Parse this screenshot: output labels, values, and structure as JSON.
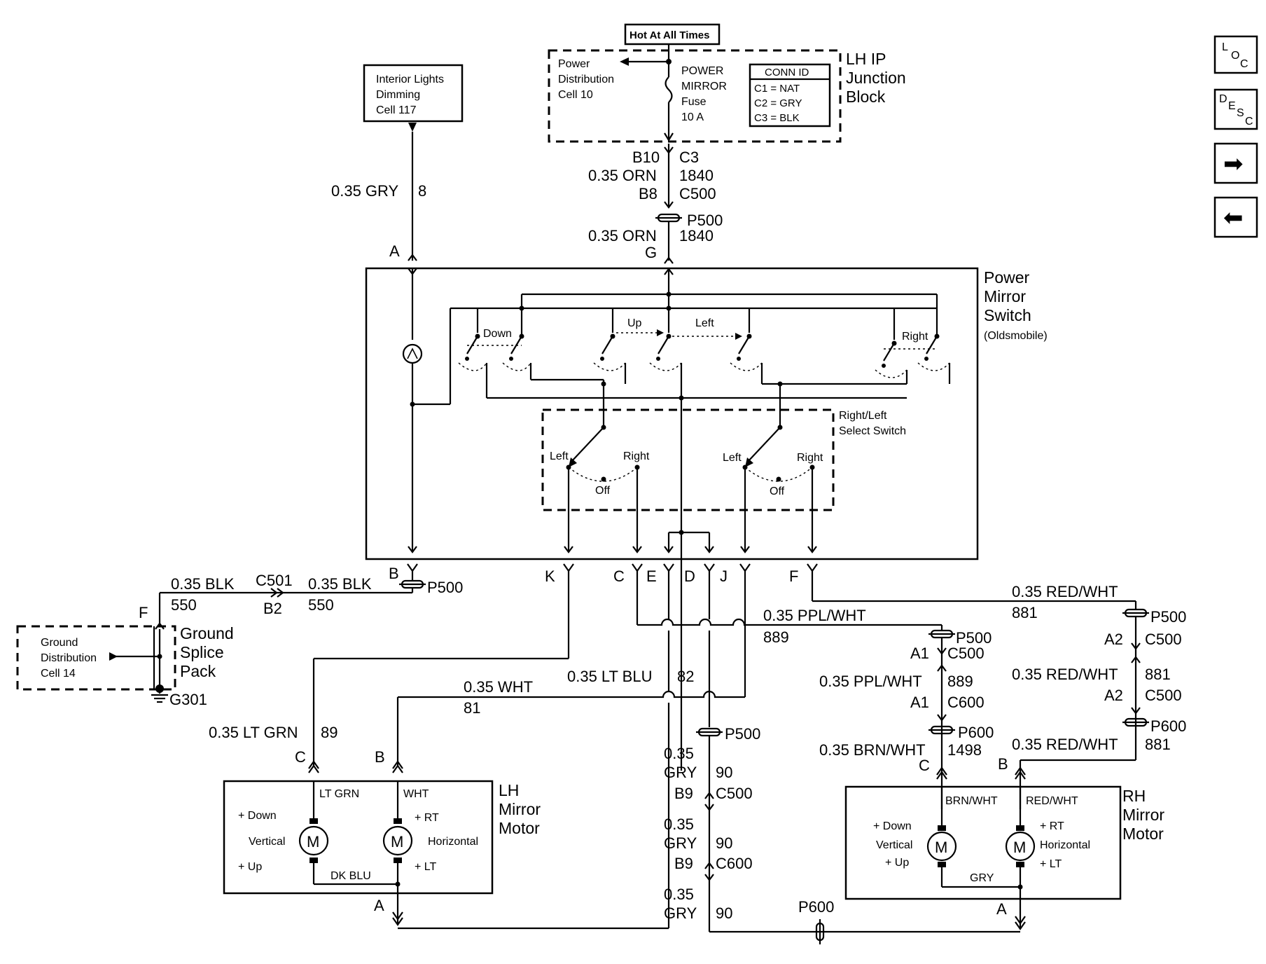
{
  "nav": {
    "loc": {
      "l1": "L",
      "l2": "O",
      "l3": "C"
    },
    "desc": {
      "l1": "D",
      "l2": "E",
      "l3": "S",
      "l4": "C"
    },
    "next_glyph": "➡",
    "prev_glyph": "⬅",
    "next_icon": "arrow-right-icon",
    "prev_icon": "arrow-left-icon"
  },
  "top": {
    "hot_label": "Hot At All Times",
    "junction_block": [
      "LH IP",
      "Junction",
      "Block"
    ],
    "power_dist": [
      "Power",
      "Distribution",
      "Cell 10"
    ],
    "fuse": [
      "POWER",
      "MIRROR",
      "Fuse",
      "10 A"
    ],
    "conn_id": {
      "title": "CONN ID",
      "rows": [
        "C1 = NAT",
        "C2 = GRY",
        "C3 = BLK"
      ]
    }
  },
  "interior": {
    "lines": [
      "Interior Lights",
      "Dimming",
      "Cell 117"
    ]
  },
  "wires_top": {
    "gry_size": "0.35 GRY",
    "gry_num": "8",
    "pin_a": "A",
    "b10": "B10",
    "c3": "C3",
    "orn1": "0.35 ORN",
    "n1840a": "1840",
    "b8": "B8",
    "c500": "C500",
    "p500": "P500",
    "orn2": "0.35 ORN",
    "n1840b": "1840",
    "pin_g": "G"
  },
  "switch": {
    "title": [
      "Power",
      "Mirror",
      "Switch"
    ],
    "sub": "(Oldsmobile)",
    "down": "Down",
    "up": "Up",
    "left": "Left",
    "right": "Right",
    "select": [
      "Right/Left",
      "Select Switch"
    ],
    "sel_left": "Left",
    "sel_right": "Right",
    "sel_off": "Off"
  },
  "pins": {
    "b": "B",
    "p500": "P500",
    "k": "K",
    "c": "C",
    "e": "E",
    "d": "D",
    "j": "J",
    "f": "F"
  },
  "ground": {
    "blk1": "0.35 BLK",
    "n550a": "550",
    "c501": "C501",
    "b2": "B2",
    "blk2": "0.35 BLK",
    "n550b": "550",
    "pin_f": "F",
    "dist": [
      "Ground",
      "Distribution",
      "Cell 14"
    ],
    "splice": [
      "Ground",
      "Splice",
      "Pack"
    ],
    "g301": "G301"
  },
  "mid_wires": {
    "ppl": "0.35 PPL/WHT",
    "n889": "889",
    "redwht": "0.35 RED/WHT",
    "n881": "881",
    "ltblu": "0.35 LT BLU",
    "n82": "82",
    "wht": "0.35 WHT",
    "n81": "81",
    "ltgrn": "0.35 LT GRN",
    "n89": "89"
  },
  "rh_chain": {
    "p500a": "P500",
    "a1a": "A1",
    "c500a": "C500",
    "ppl2": "0.35 PPL/WHT",
    "n889b": "889",
    "a1b": "A1",
    "c600": "C600",
    "p600a": "P600",
    "brn": "0.35 BRN/WHT",
    "n1498": "1498",
    "pin_c": "C",
    "p500b": "P500",
    "a2a": "A2",
    "c500b": "C500",
    "red2": "0.35 RED/WHT",
    "n881b": "881",
    "a2b": "A2",
    "c500c": "C500",
    "p600b": "P600",
    "red3": "0.35 RED/WHT",
    "n881c": "881",
    "pin_b": "B"
  },
  "gry_chain": {
    "p500": "P500",
    "s1": "0.35",
    "g1": "GRY",
    "n1": "90",
    "b9a": "B9",
    "c500": "C500",
    "s2": "0.35",
    "g2": "GRY",
    "n2": "90",
    "b9b": "B9",
    "c600": "C600",
    "s3": "0.35",
    "g3": "GRY",
    "n3": "90",
    "p600": "P600"
  },
  "lh_motor": {
    "pin_c": "C",
    "pin_b": "B",
    "pin_a": "A",
    "title": [
      "LH",
      "Mirror",
      "Motor"
    ],
    "ltgrn": "LT GRN",
    "wht": "WHT",
    "dkblu": "DK BLU",
    "down": "+ Down",
    "vertical": "Vertical",
    "up": "+ Up",
    "rt": "+ RT",
    "horizontal": "Horizontal",
    "lt": "+ LT",
    "m": "M"
  },
  "rh_motor": {
    "pin_a": "A",
    "title": [
      "RH",
      "Mirror",
      "Motor"
    ],
    "brnwht": "BRN/WHT",
    "redwht": "RED/WHT",
    "gry": "GRY",
    "down": "+ Down",
    "vertical": "Vertical",
    "up": "+ Up",
    "rt": "+ RT",
    "horizontal": "Horizontal",
    "lt": "+ LT",
    "m": "M"
  }
}
